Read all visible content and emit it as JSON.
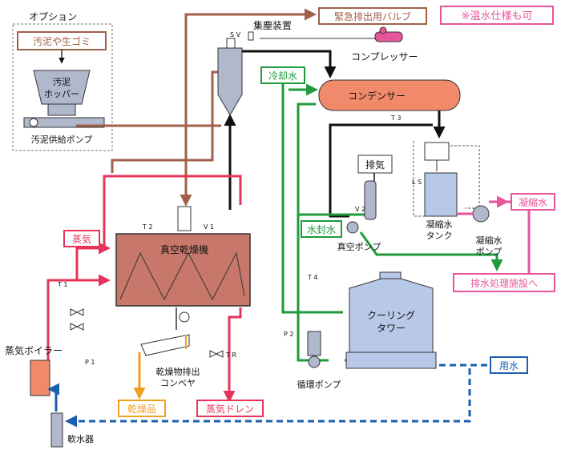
{
  "option": {
    "title": "オプション",
    "sludge_label": "汚泥や生ゴミ",
    "hopper_line1": "汚泥",
    "hopper_line2": "ホッパー",
    "pump_label": "汚泥供給ポンプ"
  },
  "labels": {
    "emergency_valve": "緊急排出用バルブ",
    "hot_water": "※温水仕様も可",
    "dust_collector": "集塵装置",
    "compressor": "コンプレッサー",
    "cooling_water": "冷却水",
    "condenser": "コンデンサー",
    "exhaust": "排気",
    "water_seal": "水封水",
    "vacuum_pump": "真空ポンプ",
    "condensate_tank_1": "凝縮水",
    "condensate_tank_2": "タンク",
    "condensate_pump_1": "凝縮水",
    "condensate_pump_2": "ポンプ",
    "condensate": "凝縮水",
    "wastewater": "排水処理施設へ",
    "steam": "蒸気",
    "vacuum_dryer": "真空乾燥機",
    "boiler": "蒸気ボイラー",
    "conveyor_1": "乾燥物排出",
    "conveyor_2": "コンベヤ",
    "dry_product": "乾燥品",
    "steam_drain": "蒸気ドレン",
    "cooling_tower_1": "クーリング",
    "cooling_tower_2": "タワー",
    "circulation_pump": "循環ポンプ",
    "service_water": "用水",
    "softener": "軟水器"
  },
  "tags": {
    "T1": "T 1",
    "T2": "T 2",
    "T3": "T 3",
    "T4": "T 4",
    "P1": "P 1",
    "P2": "P 2",
    "V1": "V 1",
    "V2": "V 2",
    "SV": "S V",
    "LS": "L S",
    "TR": "T R"
  },
  "colors": {
    "steam": "#e8335a",
    "exhaust_line": "#a0604a",
    "vacuum_line": "#111111",
    "cooling_water": "#1f9a3c",
    "condensate": "#e8559a",
    "product": "#f0a020",
    "service_water": "#1a5fb0",
    "equipment_fill": "#b0b8cc",
    "condenser_fill": "#f08a6a",
    "dryer_fill": "#c8786a",
    "tower_fill": "#b8c8e8"
  }
}
